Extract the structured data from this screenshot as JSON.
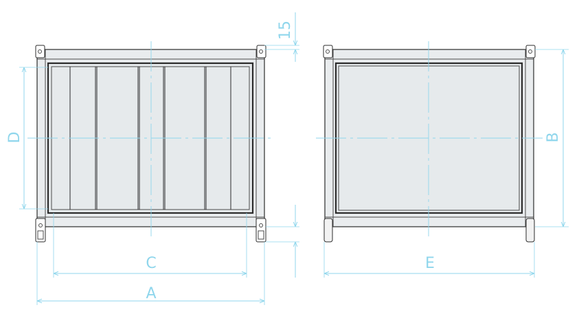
{
  "labels": {
    "a": "A",
    "b": "B",
    "c": "C",
    "d": "D",
    "e": "E",
    "flange": "15"
  },
  "colors": {
    "dimension": "#8fd6ec",
    "outline": "#2b2b2b",
    "fill": "#e9ecee"
  }
}
